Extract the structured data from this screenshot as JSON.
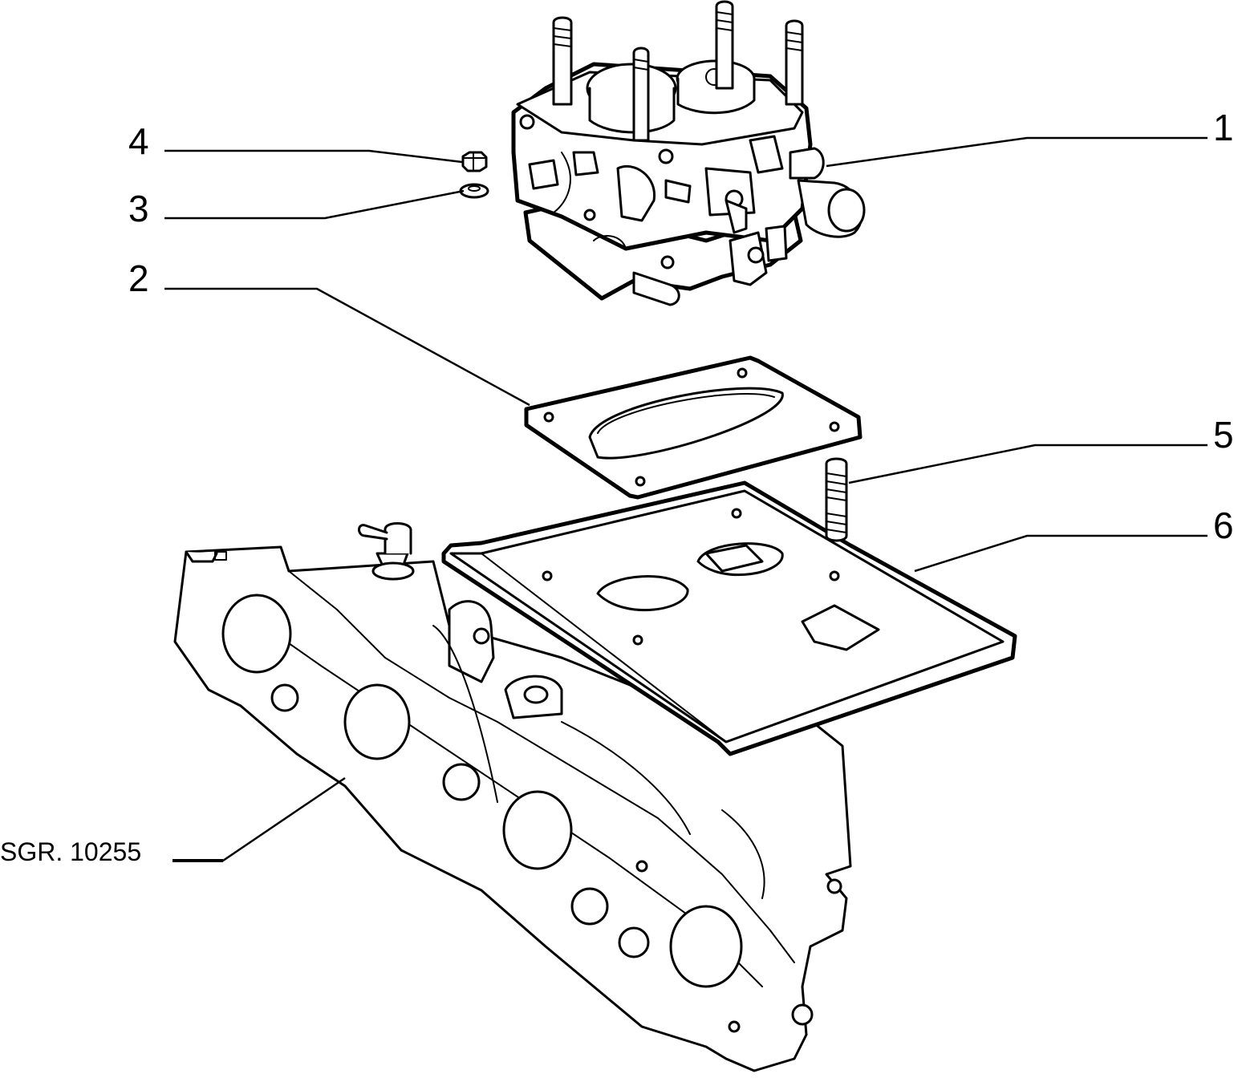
{
  "callouts": [
    {
      "id": "1",
      "label": "1"
    },
    {
      "id": "2",
      "label": "2"
    },
    {
      "id": "3",
      "label": "3"
    },
    {
      "id": "4",
      "label": "4"
    },
    {
      "id": "5",
      "label": "5"
    },
    {
      "id": "6",
      "label": "6"
    }
  ],
  "reference_code": "SGR. 10255",
  "icons": [
    "carburetor",
    "gasket",
    "washer",
    "nut",
    "stud",
    "spacer-plate",
    "intake-manifold"
  ]
}
